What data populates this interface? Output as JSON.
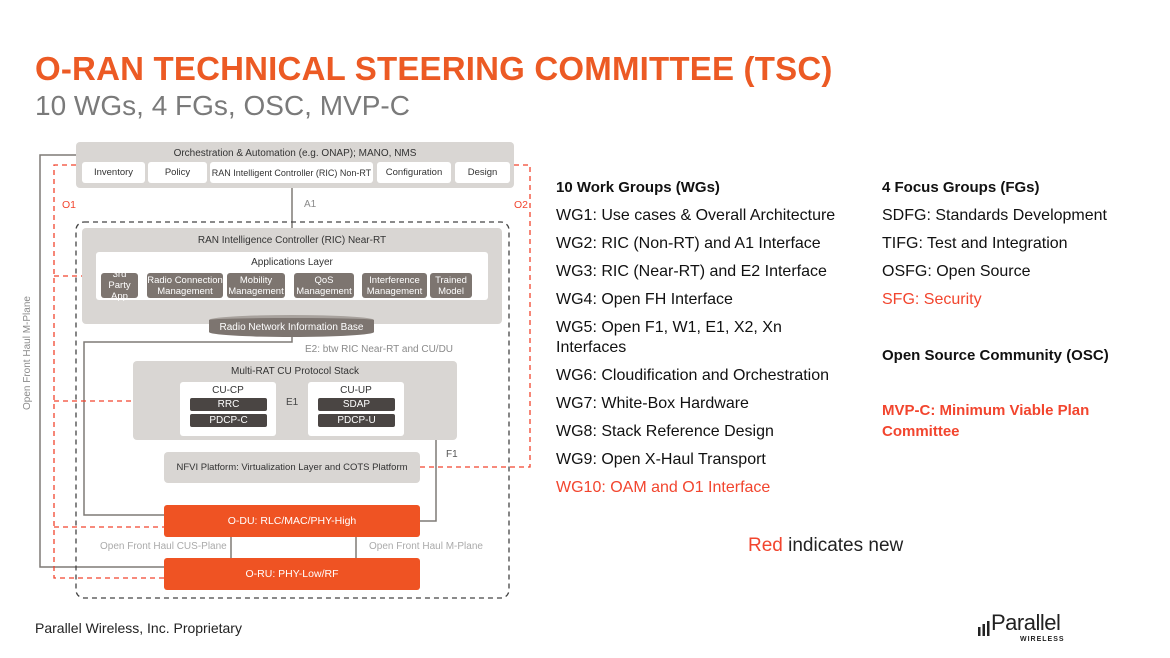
{
  "title": "O-RAN TECHNICAL STEERING COMMITTEE (TSC)",
  "subtitle": "10 WGs, 4 FGs, OSC, MVP-C",
  "diagram": {
    "orchestration": {
      "title": "Orchestration & Automation (e.g. ONAP); MANO, NMS",
      "items": [
        "Inventory",
        "Policy",
        "RAN Intelligent Controller (RIC) Non-RT",
        "Configuration",
        "Design"
      ]
    },
    "o1_label": "O1",
    "o2_label": "O2",
    "a1_label": "A1",
    "ric_near_rt": {
      "title": "RAN Intelligence Controller (RIC) Near-RT",
      "apps_title": "Applications Layer",
      "apps": [
        "3rd Party App",
        "Radio Connection Management",
        "Mobility Management",
        "QoS Management",
        "Interference Management",
        "Trained Model"
      ],
      "rnib": "Radio Network Information Base"
    },
    "e2_label": "E2: btw RIC Near-RT and CU/DU",
    "cu_stack": {
      "title": "Multi-RAT CU Protocol Stack",
      "cu_cp": {
        "title": "CU-CP",
        "layers": [
          "RRC",
          "PDCP-C"
        ]
      },
      "cu_up": {
        "title": "CU-UP",
        "layers": [
          "SDAP",
          "PDCP-U"
        ]
      },
      "e1_label": "E1"
    },
    "nfvi": "NFVI Platform: Virtualization Layer and COTS Platform",
    "f1_label": "F1",
    "o_du": "O-DU: RLC/MAC/PHY-High",
    "o_ru": "O-RU: PHY-Low/RF",
    "cus_plane_label": "Open Front Haul CUS-Plane",
    "m_plane_label": "Open Front Haul M-Plane",
    "m_plane_vertical_label": "Open Front Haul M-Plane"
  },
  "work_groups": {
    "header": "10 Work Groups (WGs)",
    "items": [
      {
        "text": "WG1: Use cases & Overall Architecture",
        "new": false
      },
      {
        "text": "WG2: RIC (Non-RT) and A1 Interface",
        "new": false
      },
      {
        "text": "WG3: RIC (Near-RT) and E2 Interface",
        "new": false
      },
      {
        "text": "WG4: Open FH Interface",
        "new": false
      },
      {
        "text": "WG5: Open F1, W1, E1, X2, Xn",
        "new": false
      },
      {
        "text": "Interfaces",
        "new": false
      },
      {
        "text": "WG6: Cloudification and Orchestration",
        "new": false
      },
      {
        "text": "WG7: White-Box Hardware",
        "new": false
      },
      {
        "text": "WG8: Stack Reference Design",
        "new": false
      },
      {
        "text": "WG9: Open X-Haul Transport",
        "new": false
      },
      {
        "text": "WG10: OAM and O1 Interface",
        "new": true
      }
    ]
  },
  "focus_groups": {
    "header": "4 Focus Groups (FGs)",
    "items": [
      {
        "text": "SDFG: Standards Development",
        "new": false
      },
      {
        "text": "TIFG: Test and Integration",
        "new": false
      },
      {
        "text": "OSFG: Open Source",
        "new": false
      },
      {
        "text": "SFG: Security",
        "new": true
      }
    ]
  },
  "osc": "Open Source Community (OSC)",
  "mvpc": [
    "MVP-C: Minimum Viable Plan",
    "Committee"
  ],
  "legend_note": {
    "red_word": "Red",
    "rest": " indicates new"
  },
  "footer": "Parallel Wireless, Inc. Proprietary",
  "logo": {
    "name": "Parallel",
    "sub": "WIRELESS"
  },
  "colors": {
    "accent": "#ec5a24",
    "new": "#f2452e",
    "orange_box": "#ef5323",
    "gray_box": "#d9d6d3",
    "app_box": "#7d7570"
  }
}
